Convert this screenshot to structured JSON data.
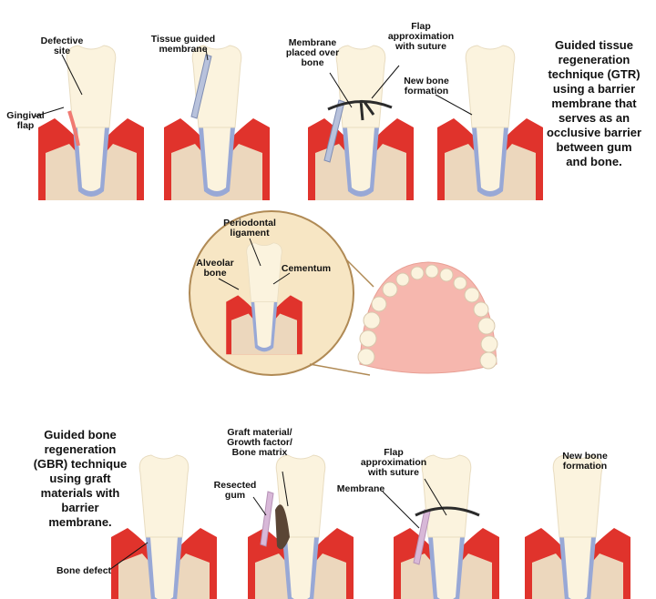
{
  "gtr": {
    "panel1": {
      "defective_site": "Defective\nsite",
      "gingival_flap": "Gingival\nflap"
    },
    "panel2": {
      "tissue_guided_membrane": "Tissue guided\nmembrane"
    },
    "panel3": {
      "membrane_placed": "Membrane\nplaced over\nbone",
      "flap_approx": "Flap\napproximation\nwith suture"
    },
    "panel4": {
      "new_bone": "New bone\nformation"
    },
    "description": "Guided tissue\nregeneration\ntechnique (GTR)\nusing a barrier\nmembrane that\nserves as an\nocclusive barrier\nbetween gum\nand bone."
  },
  "center": {
    "periodontal_ligament": "Periodontal\nligament",
    "alveolar_bone": "Alveolar\nbone",
    "cementum": "Cementum"
  },
  "gbr": {
    "description": "Guided bone\nregeneration\n(GBR) technique\nusing graft\nmaterials with\nbarrier\nmembrane.",
    "panel1": {
      "bone_defect": "Bone defect"
    },
    "panel2": {
      "graft_material": "Graft material/\nGrowth factor/\nBone matrix",
      "resected_gum": "Resected\ngum"
    },
    "panel3": {
      "membrane": "Membrane",
      "flap_approx": "Flap\napproximation\nwith suture"
    },
    "panel4": {
      "new_bone": "New bone\nformation"
    }
  },
  "colors": {
    "gum": "#e0332c",
    "gum_light": "#f07a72",
    "bone": "#ecd7bd",
    "root_ligament": "#98a8d6",
    "tooth": "#fbf3de",
    "membrane": "#b8c2dc",
    "suture": "#2b2b2b",
    "graft": "#5a4535",
    "magnifier_fill": "#f7e6c4",
    "magnifier_stroke": "#b08a55",
    "palate": "#f6b7ae"
  }
}
